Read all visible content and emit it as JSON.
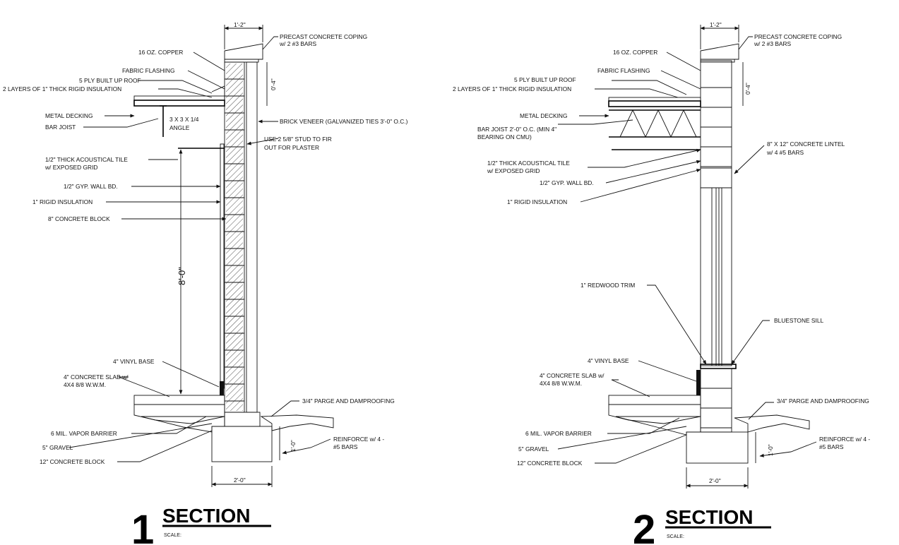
{
  "colors": {
    "line": "#111111",
    "paper": "#ffffff"
  },
  "section1": {
    "number": "1",
    "title": "SECTION",
    "scale": "SCALE:",
    "dims": {
      "top_width": "1'-2\"",
      "parapet_height": "0'-4\"",
      "wall_height": "8'-0\"",
      "footing_height": "1'-0\"",
      "footing_width": "2'-0\""
    },
    "labels": {
      "coping_1": "PRECAST CONCRETE COPING",
      "coping_2": "w/ 2 #3 BARS",
      "copper": "16 OZ. COPPER",
      "fabric": "FABRIC FLASHING",
      "roof": "5 PLY BUILT UP ROOF",
      "insulation": "2 LAYERS OF 1\" THICK RIGID INSULATION",
      "decking": "METAL DECKING",
      "joist": "BAR JOIST",
      "angle_1": "3 X 3 X 1/4",
      "angle_2": "ANGLE",
      "brick": "BRICK VENEER (GALVANIZED TIES 3'-0\" O.C.)",
      "stud_1": "USE 2 5/8\" STUD TO FIR",
      "stud_2": "OUT FOR PLASTER",
      "tile_1": "1/2\" THICK ACOUSTICAL TILE",
      "tile_2": "w/ EXPOSED GRID",
      "gyp": "1/2\" GYP. WALL BD.",
      "rigid": "1\" RIGID INSULATION",
      "cmu": "8\" CONCRETE BLOCK",
      "vinyl": "4\" VINYL BASE",
      "slab_1": "4\" CONCRETE SLAB w/",
      "slab_2": "4X4 8/8 W.W.M.",
      "parge": "3/4\" PARGE AND DAMPROOFING",
      "vapor": "6 MIL. VAPOR BARRIER",
      "gravel": "5\" GRAVEL",
      "block12": "12\" CONCRETE BLOCK",
      "reinf_1": "REINFORCE w/ 4 -",
      "reinf_2": "#5 BARS"
    }
  },
  "section2": {
    "number": "2",
    "title": "SECTION",
    "scale": "SCALE:",
    "dims": {
      "top_width": "1'-2\"",
      "parapet_height": "0'-4\"",
      "footing_height": "1'-0\"",
      "footing_width": "2'-0\""
    },
    "labels": {
      "coping_1": "PRECAST CONCRETE COPING",
      "coping_2": "w/ 2 #3 BARS",
      "copper": "16 OZ. COPPER",
      "fabric": "FABRIC FLASHING",
      "roof": "5 PLY BUILT UP ROOF",
      "insulation": "2 LAYERS OF 1\" THICK RIGID INSULATION",
      "decking": "METAL DECKING",
      "joist_1": "BAR JOIST 2'-0\" O.C. (MIN 4\"",
      "joist_2": "BEARING ON CMU)",
      "lintel_1": "8\" X 12\" CONCRETE LINTEL",
      "lintel_2": "w/ 4 #5 BARS",
      "tile_1": "1/2\" THICK ACOUSTICAL TILE",
      "tile_2": "w/ EXPOSED GRID",
      "gyp": "1/2\" GYP. WALL BD.",
      "rigid": "1\" RIGID INSULATION",
      "trim": "1\" REDWOOD TRIM",
      "sill": "BLUESTONE SILL",
      "vinyl": "4\" VINYL BASE",
      "slab_1": "4\" CONCRETE SLAB w/",
      "slab_2": "4X4 8/8 W.W.M.",
      "parge": "3/4\" PARGE AND DAMPROOFING",
      "vapor": "6 MIL. VAPOR BARRIER",
      "gravel": "5\" GRAVEL",
      "block12": "12\" CONCRETE BLOCK",
      "reinf_1": "REINFORCE w/ 4 -",
      "reinf_2": "#5 BARS"
    }
  }
}
